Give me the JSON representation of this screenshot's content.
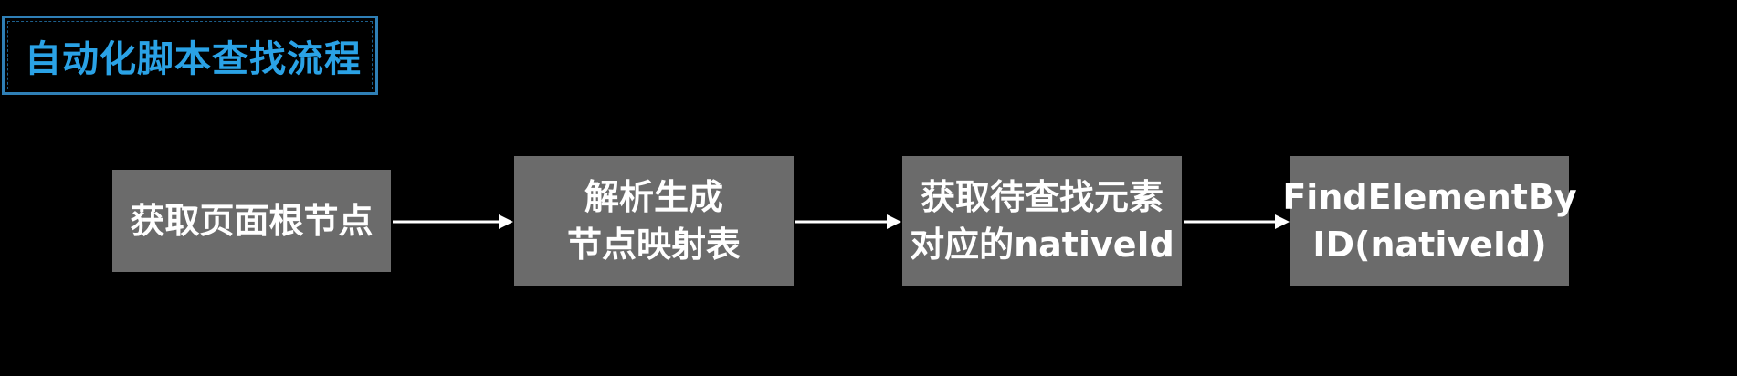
{
  "title": "自动化脚本查找流程",
  "steps": [
    {
      "lines": [
        "获取页面根节点"
      ]
    },
    {
      "lines": [
        "解析生成",
        "节点映射表"
      ]
    },
    {
      "lines": [
        "获取待查找元素",
        "对应的nativeId"
      ]
    },
    {
      "lines": [
        "FindElementBy",
        "ID(nativeId)"
      ]
    }
  ],
  "colors": {
    "background": "#000000",
    "title_text": "#2aa2e6",
    "title_border": "#2f7fb6",
    "step_fill": "#6b6b6b",
    "step_text": "#ffffff",
    "arrow": "#ffffff"
  }
}
